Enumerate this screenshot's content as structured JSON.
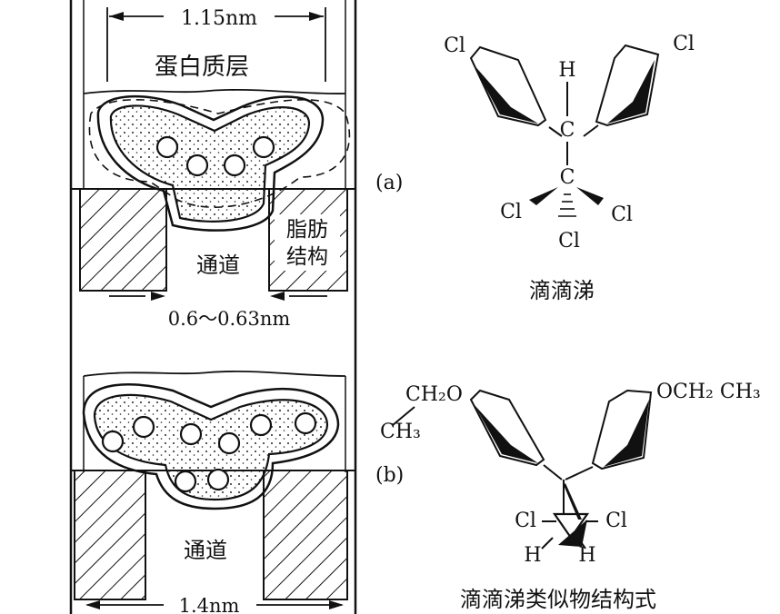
{
  "top_figure": {
    "width_label": "1.15nm",
    "protein_layer_label": "蛋白质层",
    "channel_label": "通道",
    "lipid_label_line1": "脂肪",
    "lipid_label_line2": "结构",
    "channel_width_label": "0.6～0.63nm"
  },
  "bottom_figure": {
    "channel_label": "通道",
    "width_label": "1.4nm"
  },
  "panel_a": {
    "marker": "(a)",
    "caption": "滴滴涕",
    "atoms": {
      "cl_left_ring": "Cl",
      "cl_right_ring": "Cl",
      "h": "H",
      "c_upper": "C",
      "c_lower": "C",
      "cl_left": "Cl",
      "cl_right": "Cl",
      "cl_bottom": "Cl"
    }
  },
  "panel_b": {
    "marker": "(b)",
    "caption": "滴滴涕类似物结构式",
    "groups": {
      "left_ether_ch2o": "CH₂O",
      "left_ch3": "CH₃",
      "right_ether": "OCH₂ CH₃",
      "cl_left": "Cl",
      "cl_right": "Cl",
      "h_left": "H",
      "h_right": "H"
    }
  }
}
